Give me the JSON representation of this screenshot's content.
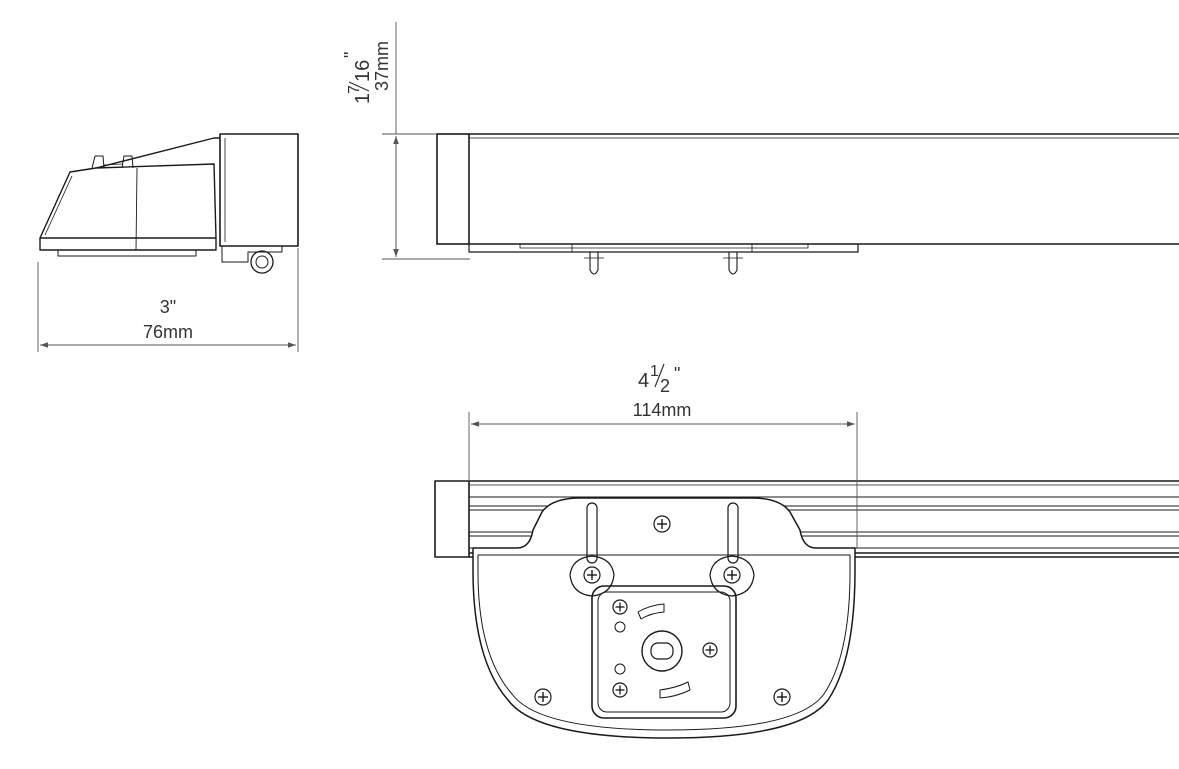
{
  "dimensions": {
    "side_width": {
      "imperial": "3\"",
      "metric": "76mm"
    },
    "height": {
      "imperial_whole": "1",
      "imperial_num": "7",
      "imperial_den": "16",
      "imperial_mark": "\"",
      "metric": "37mm"
    },
    "bottom_width": {
      "imperial_whole": "4",
      "imperial_num": "1",
      "imperial_den": "2",
      "imperial_mark": "\"",
      "metric": "114mm"
    }
  },
  "colors": {
    "line": "#1a1a1a",
    "dimension_line": "#555555",
    "background": "#ffffff"
  }
}
